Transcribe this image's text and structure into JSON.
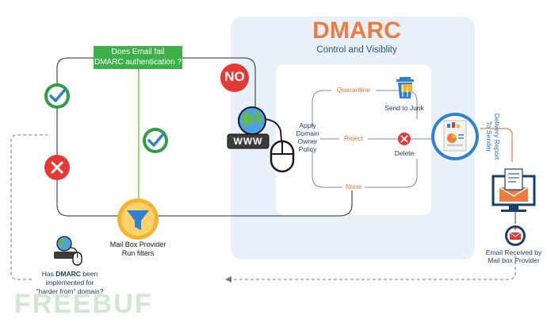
{
  "title": "DMARC",
  "subtitle": "Control and Visiblity",
  "question_box": {
    "line1": "Does Email fail",
    "line2": "DMARC authentication ?"
  },
  "no_label": "NO",
  "policy_label": {
    "line1": "Apply",
    "line2": "Domain",
    "line3": "Owner",
    "line4": "Policy"
  },
  "www_label": "WWW",
  "branches": [
    {
      "label": "Quarantine",
      "result": "Send to Junk"
    },
    {
      "label": "Reject",
      "result": "Delete"
    },
    {
      "label": "None",
      "result": ""
    }
  ],
  "delivery_report": {
    "line1": "Delivery Report",
    "line2": "To Sender"
  },
  "email_received": {
    "line1": "Email Received by",
    "line2": "Mail box Provider"
  },
  "mailbox_provider": {
    "line1": "Mail Box Provider",
    "line2": "Run filters"
  },
  "question_bottom": {
    "line1_pre": "Has ",
    "line1_bold": "DMARC",
    "line1_post": " been",
    "line2": "implemented for",
    "line3": "\"harder from\" domain?"
  },
  "watermark": "FREEBUF",
  "colors": {
    "panel": "#e8f1fa",
    "inner_panel": "#ffffff",
    "accent_orange": "#f07b3f",
    "label_orange": "#e8743b",
    "green_box": "#3db04a",
    "check_green": "#2e9e43",
    "no_red": "#e53935",
    "check_blue": "#2f7fd6",
    "navy": "#1b3f6b",
    "filter_yellow": "#f7b32b"
  },
  "icons": [
    "check-icon",
    "cross-icon",
    "globe-www-icon",
    "mouse-icon",
    "trash-icon",
    "delete-icon",
    "report-icon",
    "monitor-email-icon",
    "inbox-icon",
    "filter-funnel-icon",
    "small-globe-icon"
  ]
}
